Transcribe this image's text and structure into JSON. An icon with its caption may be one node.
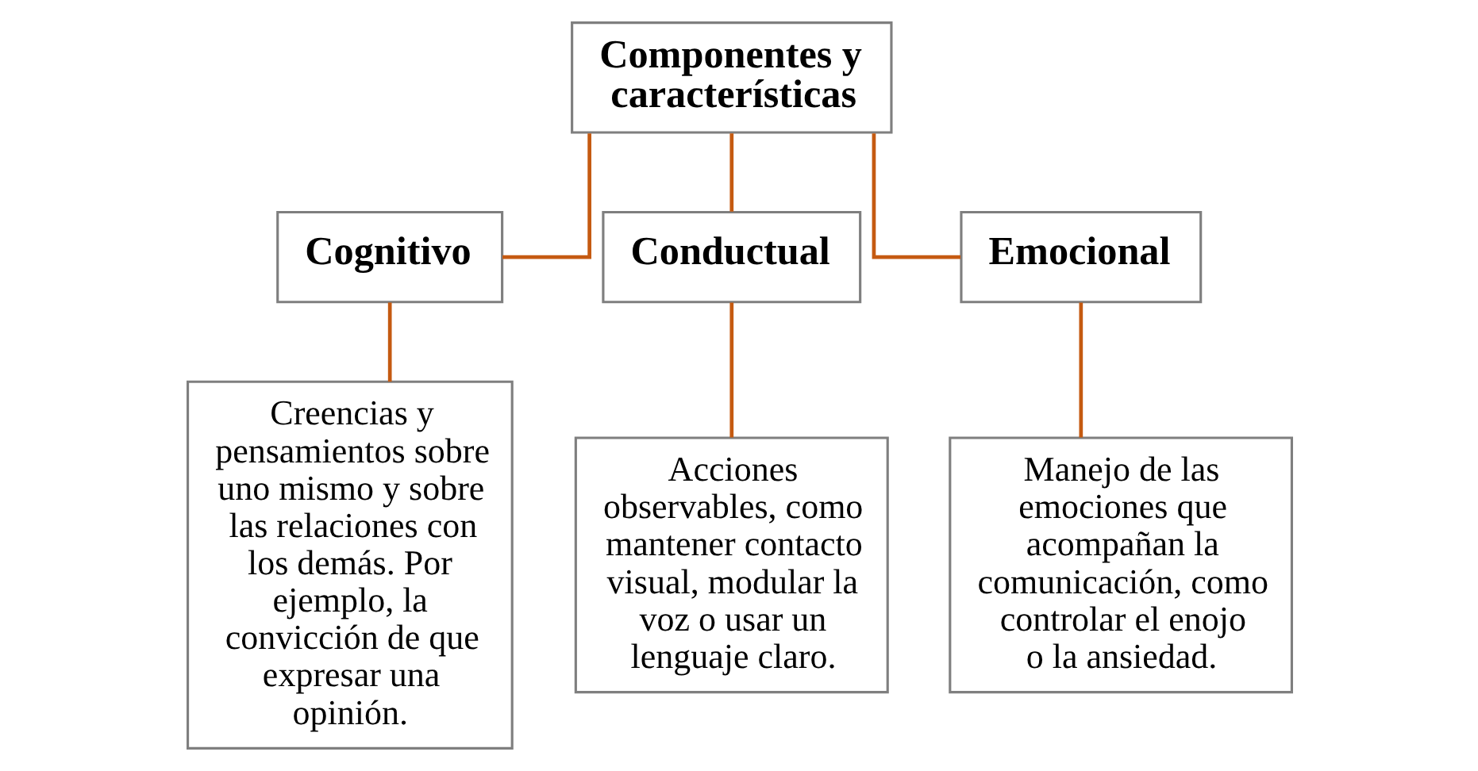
{
  "diagram": {
    "nodes": [
      {
        "text": [
          "Componentes y características"
        ]
      },
      {
        "text": [
          "Cognitivo"
        ]
      },
      {
        "text": [
          "Conductual"
        ]
      },
      {
        "text": [
          "Emocional"
        ]
      },
      {
        "text": [
          "Creencias y pensamientos sobre uno mismo y sobre las relaciones con los demás. Por ejemplo, la convicción de que expresar una opinión."
        ]
      },
      {
        "text": [
          "Acciones observables, como mantener contacto visual, modular la voz o usar un lenguaje claro."
        ]
      },
      {
        "text": [
          "Manejo de las emociones que acompañan la comunicación, como controlar el enojo o la ansiedad."
        ]
      }
    ],
    "edges": [
      {
        "from": 0,
        "to": 1,
        "arrow": "none"
      },
      {
        "from": 0,
        "to": 2,
        "arrow": "none"
      },
      {
        "from": 0,
        "to": 3,
        "arrow": "none"
      },
      {
        "from": 1,
        "to": 4,
        "arrow": "none"
      },
      {
        "from": 2,
        "to": 5,
        "arrow": "none"
      },
      {
        "from": 3,
        "to": 6,
        "arrow": "none"
      }
    ]
  }
}
